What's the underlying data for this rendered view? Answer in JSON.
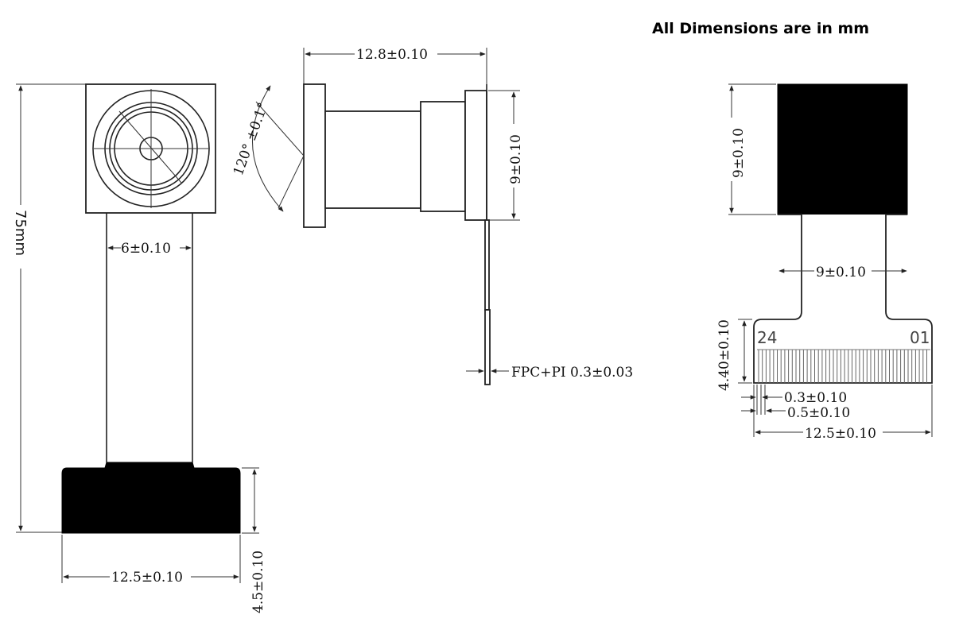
{
  "header": {
    "note": "All Dimensions are in mm"
  },
  "front_view": {
    "overall_length": "75mm",
    "flex_width": "6±0.10",
    "connector_width": "12.5±0.10",
    "connector_height": "4.5±0.10"
  },
  "side_view": {
    "lens_length": "12.8±0.10",
    "module_height": "9±0.10",
    "field_of_view": "120° ±0.1°",
    "fpc_thickness": "FPC+PI 0.3±0.03"
  },
  "connector_view": {
    "sensor_height": "9±0.10",
    "neck_width": "9±0.10",
    "pin_first": "24",
    "pin_last": "01",
    "tail_height": "4.40±0.10",
    "pin_width": "0.3±0.10",
    "pin_pitch": "0.5±0.10",
    "tail_width": "12.5±0.10"
  },
  "colors": {
    "line": "#222222",
    "fill": "#000000"
  }
}
